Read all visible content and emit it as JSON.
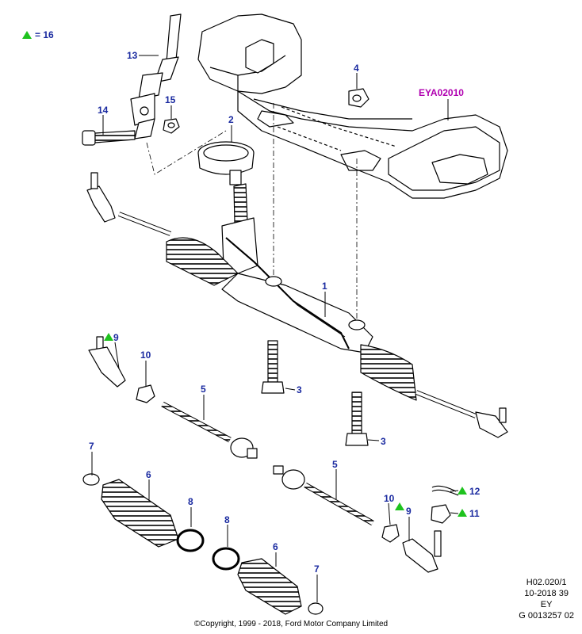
{
  "legend": {
    "symbol": "green-triangle",
    "text": "= 16"
  },
  "reference_code": "EYA02010",
  "callouts": {
    "c1": "1",
    "c2": "2",
    "c3a": "3",
    "c3b": "3",
    "c4": "4",
    "c5a": "5",
    "c5b": "5",
    "c6a": "6",
    "c6b": "6",
    "c7a": "7",
    "c7b": "7",
    "c8a": "8",
    "c8b": "8",
    "c9a": "9",
    "c9b": "9",
    "c10a": "10",
    "c10b": "10",
    "c11": "11",
    "c12": "12",
    "c13": "13",
    "c14": "14",
    "c15": "15"
  },
  "meta": {
    "line1": "H02.020/1",
    "line2": "10-2018 39",
    "line3": "EY",
    "line4": "G 0013257 02"
  },
  "copyright": "©Copyright, 1999 - 2018, Ford Motor Company Limited",
  "colors": {
    "callout": "#1a2aa0",
    "reference": "#b000b0",
    "triangle": "#1ec21e",
    "line": "#000000"
  }
}
